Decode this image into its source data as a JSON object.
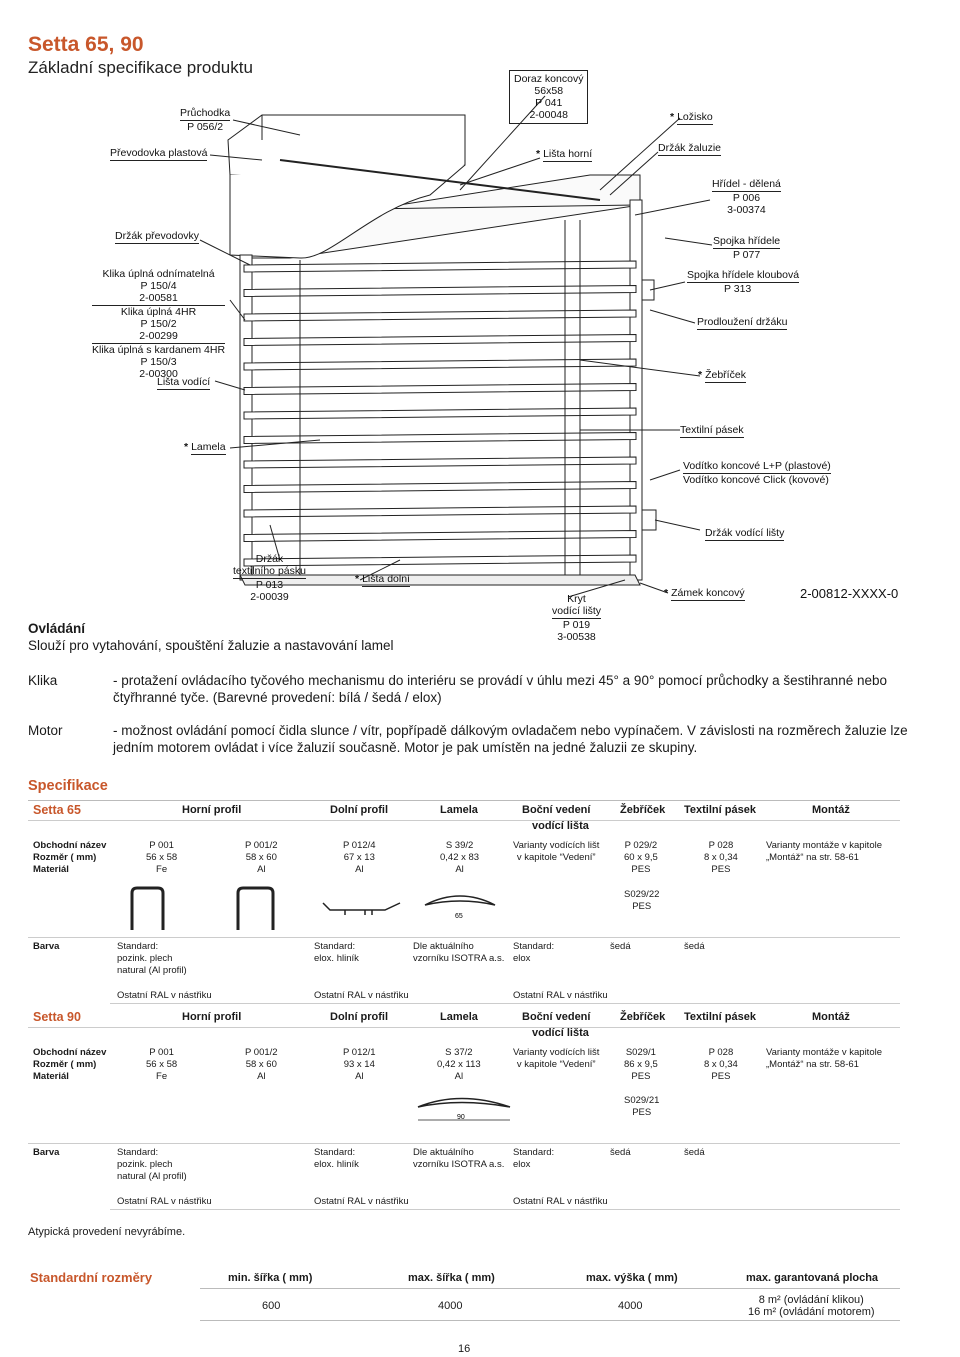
{
  "header": {
    "title": "Setta 65, 90",
    "subtitle": "Základní specifikace produktu"
  },
  "diagram": {
    "labels": {
      "doraz": [
        "Doraz koncový",
        "56x58",
        "P 041",
        "2-00048"
      ],
      "pruchodka": [
        "Průchodka",
        "P 056/2"
      ],
      "lozisko": "Ložisko",
      "prevodovka": "Převodovka plastová",
      "lista_horni": "Lišta horní",
      "drzak_zaluzie": "Držák žaluzie",
      "hridel": [
        "Hřídel - dělená",
        "P 006",
        "3-00374"
      ],
      "drzak_prevodovky": "Držák převodovky",
      "spojka": [
        "Spojka hřídele",
        "P 077"
      ],
      "spojka_kloubova": [
        "Spojka hřídele kloubová",
        "P 313"
      ],
      "klika": [
        "Klika úplná odnímatelná",
        "P 150/4",
        "2-00581",
        "Klika úplná 4HR",
        "P 150/2",
        "2-00299",
        "Klika úplná s kardanem 4HR",
        "P 150/3",
        "2-00300"
      ],
      "prodlouzeni": "Prodloužení držáku",
      "lista_vodici": "Lišta vodící",
      "zebricek": "Žebříček",
      "textilni_pasek": "Textilní pásek",
      "lamela": "Lamela",
      "voditko": [
        "Vodítko koncové L+P (plastové)",
        "Vodítko koncové Click (kovové)"
      ],
      "drzak_vodici_listy": "Držák vodící lišty",
      "drzak_pasku": [
        "Držák",
        "textilního pásku",
        "P 013",
        "2-00039"
      ],
      "lista_dolni": "Lišta dolní",
      "kryt": [
        "Kryt",
        "vodící lišty",
        "P 019",
        "3-00538"
      ],
      "zamek": "Zámek koncový",
      "code": "2-00812-XXXX-0"
    }
  },
  "ovladani": {
    "heading": "Ovládání",
    "sub": "Slouží pro vytahování, spouštění žaluzie a nastavování lamel",
    "klika_label": "Klika",
    "klika_text": "- protažení ovládacího tyčového mechanismu do interiéru se provádí v úhlu mezi 45° a 90° pomocí průchodky a šestihranné nebo čtyřhranné tyče. (Barevné provedení: bílá / šedá / elox)",
    "motor_label": "Motor",
    "motor_text": "- možnost ovládání pomocí čidla slunce / vítr, popřípadě dálkovým ovladačem nebo vypínačem. V závislosti na rozměrech žaluzie lze jedním motorem ovládat i více žaluzií současně. Motor je pak umístěn na jedné žaluzii ze skupiny."
  },
  "spec": {
    "title": "Specifikace",
    "columns": [
      "Horní profil",
      "Dolní profil",
      "Lamela",
      "Boční vedení",
      "vodící lišta",
      "Žebříček",
      "Textilní pásek",
      "Montáž"
    ],
    "row_labels": [
      "Obchodní název",
      "Rozměr ( mm)",
      "Materiál"
    ],
    "barva": "Barva",
    "setta65": {
      "name": "Setta 65",
      "horni1": [
        "P 001",
        "56 x 58",
        "Fe"
      ],
      "horni2": [
        "P 001/2",
        "58 x 60",
        "Al"
      ],
      "dolni": [
        "P 012/4",
        "67 x 13",
        "Al"
      ],
      "lamela": [
        "S 39/2",
        "0,42 x 83",
        "Al"
      ],
      "vedeni": [
        "Varianty vodících lišt",
        "v kapitole “Vedení”"
      ],
      "zebricek": [
        "P 029/2",
        "60 x 9,5",
        "PES"
      ],
      "zebricek2": [
        "S029/22",
        "PES"
      ],
      "pasek": [
        "P 028",
        "8 x 0,34",
        "PES"
      ],
      "montaz": [
        "Varianty montáže v kapitole",
        "„Montáž“ na str. 58-61"
      ],
      "lamela_dim": "65",
      "barva_horni": [
        "Standard:",
        "pozink. plech",
        "natural (Al profil)"
      ],
      "barva_dolni": [
        "Standard:",
        "elox. hliník"
      ],
      "barva_lamela": [
        "Dle aktuálního",
        "vzorníku ISOTRA a.s."
      ],
      "barva_vedeni": [
        "Standard:",
        "elox"
      ],
      "barva_zebricek": "šedá",
      "barva_pasek": "šedá",
      "ral": "Ostatní RAL v nástřiku"
    },
    "setta90": {
      "name": "Setta 90",
      "horni1": [
        "P 001",
        "56 x 58",
        "Fe"
      ],
      "horni2": [
        "P 001/2",
        "58 x 60",
        "Al"
      ],
      "dolni": [
        "P 012/1",
        "93 x 14",
        "Al"
      ],
      "lamela": [
        "S 37/2",
        "0,42 x 113",
        "Al"
      ],
      "vedeni": [
        "Varianty vodících lišt",
        "v kapitole “Vedení”"
      ],
      "zebricek": [
        "S029/1",
        "86 x 9,5",
        "PES"
      ],
      "zebricek2": [
        "S029/21",
        "PES"
      ],
      "pasek": [
        "P 028",
        "8 x 0,34",
        "PES"
      ],
      "montaz": [
        "Varianty montáže v kapitole",
        "„Montáž“ na str. 58-61"
      ],
      "lamela_dim": "90",
      "barva_horni": [
        "Standard:",
        "pozink. plech",
        "natural (Al profil)"
      ],
      "barva_dolni": [
        "Standard:",
        "elox. hliník"
      ],
      "barva_lamela": [
        "Dle aktuálního",
        "vzorníku ISOTRA a.s."
      ],
      "barva_vedeni": [
        "Standard:",
        "elox"
      ],
      "barva_zebricek": "šedá",
      "barva_pasek": "šedá",
      "ral": "Ostatní RAL v nástřiku"
    },
    "note": "Atypická provedení nevyrábíme."
  },
  "dims": {
    "title": "Standardní rozměry",
    "headers": [
      "min. šířka ( mm)",
      "max. šířka ( mm)",
      "max. výška ( mm)",
      "max. garantovaná plocha"
    ],
    "values": [
      "600",
      "4000",
      "4000"
    ],
    "area": [
      "8 m² (ovládání klikou)",
      "16 m² (ovládání motorem)"
    ]
  },
  "page_number": "16"
}
